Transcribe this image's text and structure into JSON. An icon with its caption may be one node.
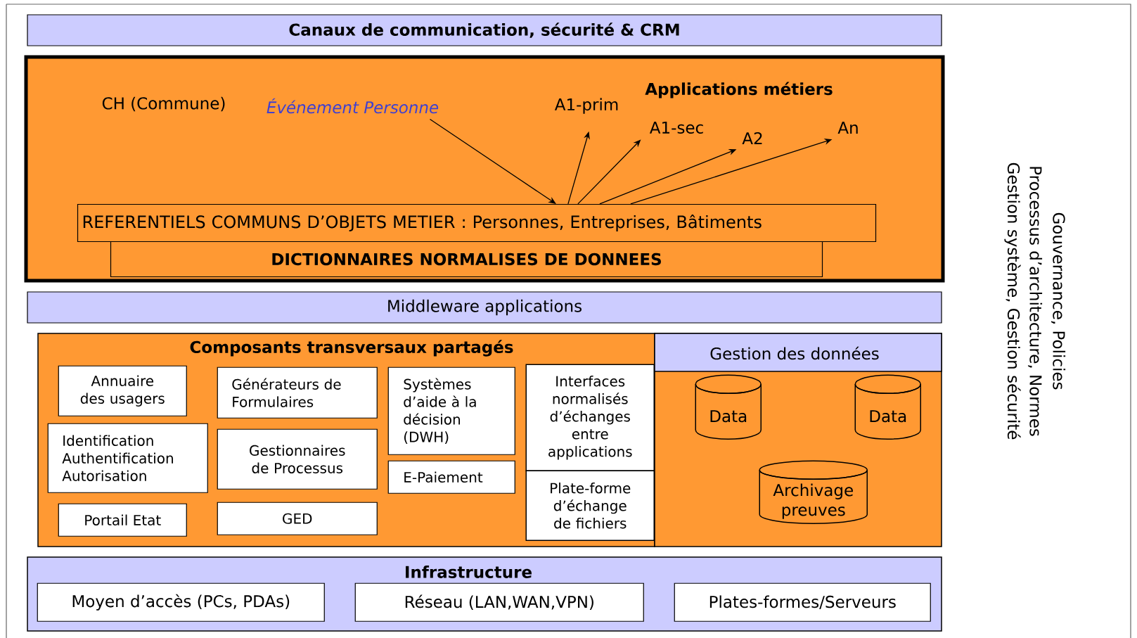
{
  "diagram": {
    "nodes": [
      {
        "text": [
          "Canaux de communication, sécurité & CRM"
        ]
      },
      {
        "text": [
          "Applications métiers"
        ]
      },
      {
        "text": [
          "Événement Personne"
        ],
        "in": 1
      },
      {
        "text": [
          "A1-prim"
        ],
        "in": 1
      },
      {
        "text": [
          "A1-sec"
        ],
        "in": 1
      },
      {
        "text": [
          "A2"
        ],
        "in": 1
      },
      {
        "text": [
          "An"
        ],
        "in": 1
      },
      {
        "text": [
          "REFERENTIELS COMMUNS D’OBJETS METIER : Personnes, Entreprises, Bâtiments"
        ],
        "in": 1
      },
      {
        "text": [
          "DICTIONNAIRES NORMALISES DE DONNEES"
        ],
        "in": 1
      },
      {
        "text": [
          "Middleware applications"
        ]
      },
      {
        "text": [
          "Composants transversaux partagés"
        ]
      },
      {
        "text": [
          "Annuaire des usagers"
        ],
        "in": 10
      },
      {
        "text": [
          "Identification Authentification Autorisation"
        ],
        "in": 10
      },
      {
        "text": [
          "Portail Etat"
        ],
        "in": 10
      },
      {
        "text": [
          "Générateurs de Formulaires"
        ],
        "in": 10
      },
      {
        "text": [
          "Gestionnaires de Processus"
        ],
        "in": 10
      },
      {
        "text": [
          "GED"
        ],
        "in": 10
      },
      {
        "text": [
          "Systèmes d’aide à la décision (DWH)"
        ],
        "in": 10
      },
      {
        "text": [
          "E-Paiement"
        ],
        "in": 10
      },
      {
        "text": [
          "Interfaces normalisés d’échanges entre applications"
        ],
        "in": 10
      },
      {
        "text": [
          "Plate-forme d’échange de fichiers"
        ],
        "in": 10
      },
      {
        "text": [
          "Gestion des données"
        ]
      },
      {
        "text": [
          "Data"
        ],
        "in": 21
      },
      {
        "text": [
          "Data"
        ],
        "in": 21
      },
      {
        "text": [
          "Archivage preuves"
        ],
        "in": 21
      },
      {
        "text": [
          "Infrastructure"
        ]
      },
      {
        "text": [
          "Moyen d’accès (PCs, PDAs)"
        ],
        "in": 25
      },
      {
        "text": [
          "Réseau (LAN,WAN,VPN)"
        ],
        "in": 25
      },
      {
        "text": [
          "Plates-formes/Serveurs"
        ],
        "in": 25
      }
    ],
    "edges": [
      {
        "from": 2,
        "to": 7,
        "arrow": "to"
      },
      {
        "from": 7,
        "to": 3,
        "arrow": "to"
      },
      {
        "from": 7,
        "to": 4,
        "arrow": "to"
      },
      {
        "from": 7,
        "to": 5,
        "arrow": "to"
      },
      {
        "from": 7,
        "to": 6,
        "arrow": "to"
      }
    ],
    "labels": [
      "CH (Commune)",
      "Gouvernance, Policies",
      "Processus d’architecture, Normes",
      "Gestion système, Gestion sécurité"
    ]
  }
}
